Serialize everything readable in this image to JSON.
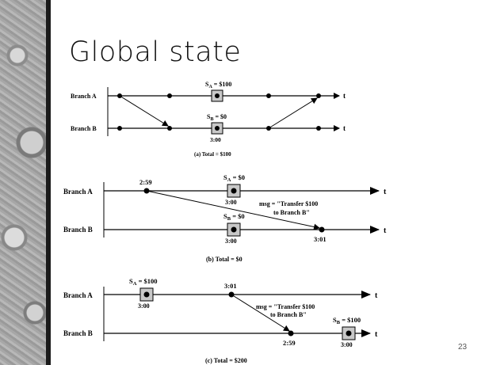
{
  "slide": {
    "title": "Global state",
    "number": "23"
  },
  "diagram_a": {
    "branch_a": "Branch A",
    "branch_b": "Branch B",
    "t_a": "t",
    "t_b": "t",
    "state_a_main": "S",
    "state_a_sub": "A",
    "state_a_val": " = $100",
    "state_b_main": "S",
    "state_b_sub": "B",
    "state_b_val": " = $0",
    "time_b": "3:00",
    "caption": "(a) Total = $100"
  },
  "diagram_b": {
    "branch_a": "Branch A",
    "branch_b": "Branch B",
    "t_a": "t",
    "t_b": "t",
    "send_time": "2:59",
    "state_a_main": "S",
    "state_a_sub": "A",
    "state_a_val": " = $0",
    "time_a": "3:00",
    "msg_line1": "msg = \"Transfer $100",
    "msg_line2": "to Branch B\"",
    "state_b_main": "S",
    "state_b_sub": "B",
    "state_b_val": " = $0",
    "time_b": "3:00",
    "recv_time": "3:01",
    "caption": "(b) Total = $0"
  },
  "diagram_c": {
    "branch_a": "Branch A",
    "branch_b": "Branch B",
    "t_a": "t",
    "t_b": "t",
    "state_a_main": "S",
    "state_a_sub": "A",
    "state_a_val": " = $100",
    "time_a": "3:00",
    "send_time": "3:01",
    "msg_line1": "msg = \"Transfer $100",
    "msg_line2": "to Branch B\"",
    "recv_time": "2:59",
    "state_b_main": "S",
    "state_b_sub": "B",
    "state_b_val": " = $100",
    "time_b": "3:00",
    "caption": "(c) Total = $200"
  }
}
